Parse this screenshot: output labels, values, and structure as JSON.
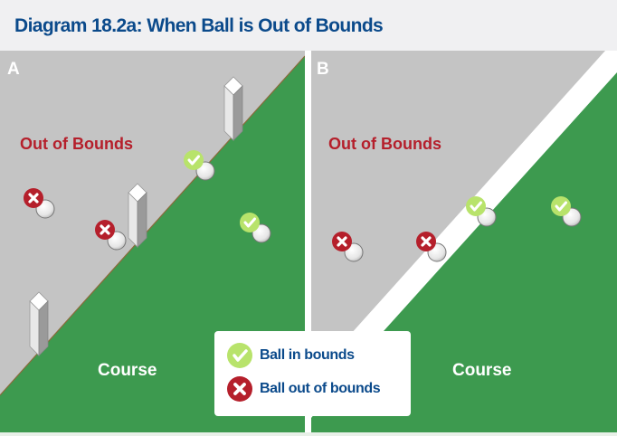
{
  "title": "Diagram 18.2a: When Ball is Out of Bounds",
  "panels": [
    {
      "label": "A",
      "out_label": "Out of Bounds",
      "course_label": "Course"
    },
    {
      "label": "B",
      "out_label": "Out of Bounds",
      "course_label": "Course"
    }
  ],
  "legend": {
    "in_bounds": "Ball in bounds",
    "out_of_bounds": "Ball out of bounds"
  },
  "colors": {
    "gray": "#c4c4c4",
    "green": "#3d9a4f",
    "check": "#b8e36b",
    "cross": "#b51f2b",
    "title": "#0b4a8b"
  }
}
